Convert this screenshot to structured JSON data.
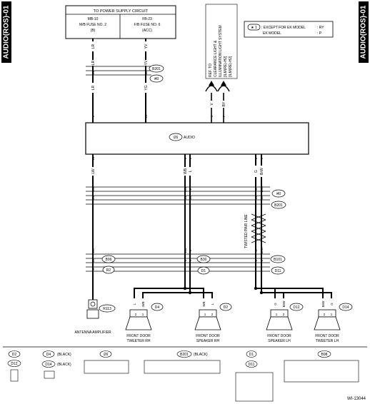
{
  "side_labels": {
    "left": "AUDIO(ROS)-01",
    "right": "AUDIO(ROS)-01"
  },
  "power_supply": {
    "title": "TO POWER SUPPLY CIRCUIT",
    "left": {
      "name": "MB-10",
      "fuse": "M/B FUSE NO. 2",
      "note": "(B)"
    },
    "right": {
      "name": "FB-23",
      "fuse": "F/B FUSE NO. 6",
      "note": "(ACC)"
    }
  },
  "ref_note": {
    "lines": [
      "REF. TO",
      "CLEARANCE LIGHT &",
      "ILLUMINATION LIGHT SYSTEM",
      "[ILM(RE)-H2]",
      "[ILM(RE)-H2]"
    ]
  },
  "legend": {
    "symbol": "★ 1",
    "line1_label": ": EXCEPT FOR EK MODEL",
    "line1_val": ": RY",
    "line2_label": "EK MODEL",
    "line2_val": ": P"
  },
  "audio_unit": {
    "label": "AUDIO",
    "connector": "i26"
  },
  "connectors": {
    "b201": "B201",
    "i40": "i40",
    "b99": "B99",
    "r2": "R2",
    "b30": "B30",
    "d1": "D1",
    "b101": "B101",
    "d11": "D11",
    "r113": "R113",
    "d4": "D4",
    "d2": "D2",
    "d12": "D12",
    "d14": "D14"
  },
  "wires": {
    "lr": "LR",
    "yv": "YV",
    "v": "V",
    "by": "BY",
    "lw": "LW",
    "wb": "WB",
    "l": "L",
    "g": "G",
    "brw": "BrW",
    "yg": "YG",
    "y": "Y"
  },
  "pins": {
    "p1": "1",
    "p2": "2",
    "p3": "3",
    "p5": "5",
    "p6": "6",
    "p7": "7",
    "p8": "8",
    "p9": "9",
    "p10": "10",
    "p11": "11",
    "p12": "12",
    "p14": "14",
    "p15": "15",
    "p16": "16",
    "p17": "17",
    "p18": "18",
    "p20": "20",
    "p24": "24"
  },
  "twisted_label": "TWISTED PAIR LINE",
  "components": {
    "antenna": "ANTENNA AMPLIFIER",
    "tw_rh": [
      "FRONT DOOR",
      "TWEETER RH"
    ],
    "sp_rh": [
      "FRONT DOOR",
      "SPEAKER RH"
    ],
    "sp_lh": [
      "FRONT DOOR",
      "SPEAKER LH"
    ],
    "tw_lh": [
      "FRONT DOOR",
      "TWEETER LH"
    ]
  },
  "bottom_connectors": {
    "d2": "D2",
    "d12": "D12",
    "d4": "D4",
    "d14": "D14",
    "black": "(BLACK)",
    "i26": "i26",
    "b201": "B201",
    "d1": "D1",
    "d11": "D11",
    "b98": "B98"
  },
  "figure_id": "WI-13044"
}
